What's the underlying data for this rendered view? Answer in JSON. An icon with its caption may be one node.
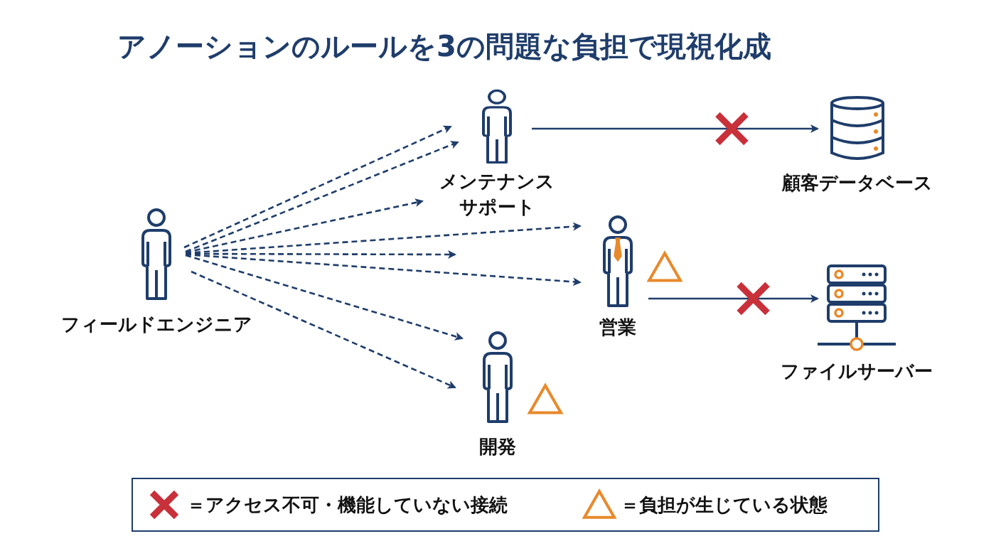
{
  "diagram": {
    "title": "アノーションのルールを3の問題な負担で現視化成",
    "nodes": [
      {
        "text": [
          "フィールドエンジニア"
        ]
      },
      {
        "text": [
          "メンテナンスサポート"
        ]
      },
      {
        "text": [
          "営業"
        ]
      },
      {
        "text": [
          "開発"
        ]
      },
      {
        "text": [
          "顧客データベース"
        ]
      },
      {
        "text": [
          "ファイルサーバー"
        ]
      }
    ],
    "edges": [
      {
        "from": 0,
        "to": 1,
        "arrow": "to",
        "style": "dashed"
      },
      {
        "from": 0,
        "to": 1,
        "arrow": "to",
        "style": "dashed"
      },
      {
        "from": 0,
        "to": 1,
        "arrow": "to",
        "style": "dashed"
      },
      {
        "from": 0,
        "to": 2,
        "arrow": "to",
        "style": "dashed"
      },
      {
        "from": 0,
        "to": null,
        "arrow": "to",
        "style": "dashed"
      },
      {
        "from": 0,
        "to": 2,
        "arrow": "to",
        "style": "dashed"
      },
      {
        "from": 0,
        "to": 3,
        "arrow": "to",
        "style": "dashed"
      },
      {
        "from": 0,
        "to": 3,
        "arrow": "to",
        "style": "dashed"
      },
      {
        "from": 1,
        "to": 4,
        "arrow": "to"
      },
      {
        "from": 2,
        "to": 5,
        "arrow": "to"
      }
    ],
    "legend": [
      {
        "text": "＝アクセス不可・機能していない接続"
      },
      {
        "text": "＝負担が生じている状態"
      }
    ]
  }
}
